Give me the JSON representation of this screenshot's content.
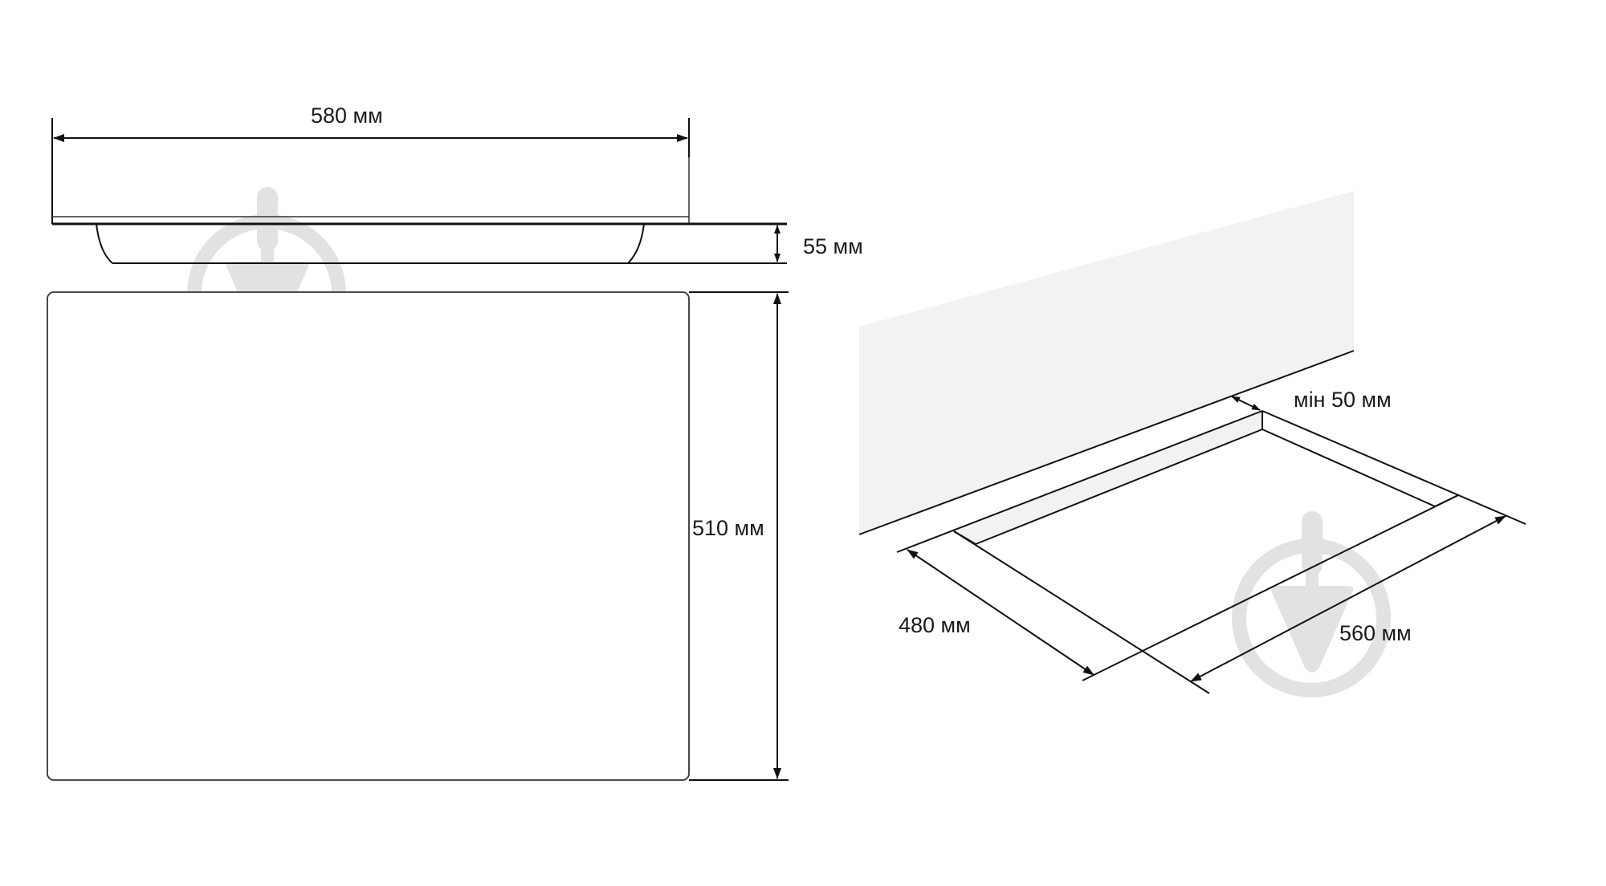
{
  "diagram": {
    "title": "Hob installation dimensions",
    "colors": {
      "line": "#111111",
      "wall_fill": "#f2f2f2",
      "recess_fill": "#f2f2f2",
      "watermark": "#e2e2e2",
      "background": "#ffffff"
    },
    "side_view": {
      "width_label": "580 мм",
      "depth_label": "55 мм"
    },
    "top_view": {
      "height_label": "510 мм"
    },
    "cutout_view": {
      "clearance_label": "мін 50 мм",
      "cutout_depth_label": "480 мм",
      "cutout_width_label": "560 мм"
    },
    "watermarks": [
      {
        "name": "trowel-watermark-left"
      },
      {
        "name": "trowel-watermark-right"
      }
    ]
  }
}
